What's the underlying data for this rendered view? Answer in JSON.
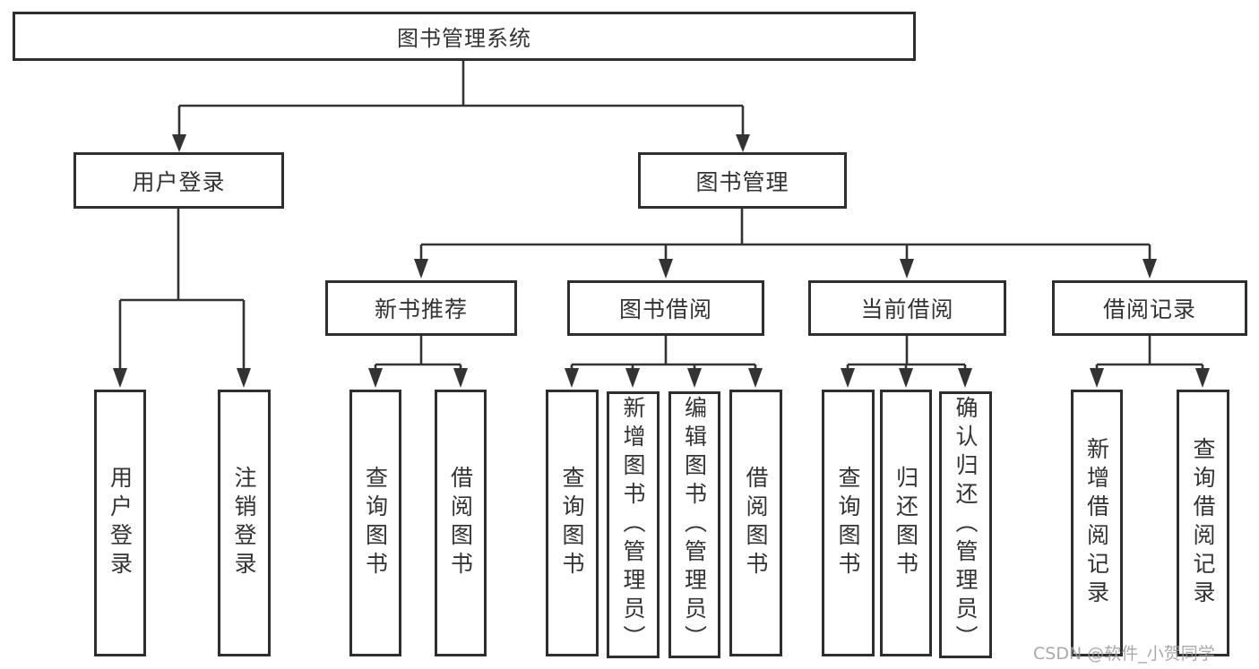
{
  "diagram": {
    "title": "图书管理系统",
    "type": "hierarchy-tree",
    "colors": {
      "background": "#ffffff",
      "line": "#333333",
      "box_border": "#2e2e2e",
      "text": "#333333",
      "watermark": "#9b9b9b"
    },
    "structure": {
      "root": "图书管理系统",
      "children": [
        {
          "label": "用户登录",
          "children": [
            "用户登录",
            "注销登录"
          ]
        },
        {
          "label": "图书管理",
          "children": [
            {
              "label": "新书推荐",
              "children": [
                "查询图书",
                "借阅图书"
              ]
            },
            {
              "label": "图书借阅",
              "children": [
                "查询图书",
                "新增图书（管理员）",
                "编辑图书（管理员）",
                "借阅图书"
              ]
            },
            {
              "label": "当前借阅",
              "children": [
                "查询图书",
                "归还图书",
                "确认归还（管理员）"
              ]
            },
            {
              "label": "借阅记录",
              "children": [
                "新增借阅记录",
                "查询借阅记录"
              ]
            }
          ]
        }
      ]
    }
  },
  "nodes": {
    "root": {
      "label": "图书管理系统"
    },
    "user_login": {
      "label": "用户登录"
    },
    "book_mgmt": {
      "label": "图书管理"
    },
    "new_book_rec": {
      "label": "新书推荐"
    },
    "book_borrow": {
      "label": "图书借阅"
    },
    "current_borrow": {
      "label": "当前借阅"
    },
    "borrow_record": {
      "label": "借阅记录"
    },
    "leaf_user_login": {
      "label": "用户登录"
    },
    "leaf_logout": {
      "label": "注销登录"
    },
    "leaf_nbr_query": {
      "label": "查询图书"
    },
    "leaf_nbr_borrow": {
      "label": "借阅图书"
    },
    "leaf_bb_query": {
      "label": "查询图书"
    },
    "leaf_bb_add": {
      "label": "新增图书（管理员）"
    },
    "leaf_bb_edit": {
      "label": "编辑图书（管理员）"
    },
    "leaf_bb_borrow": {
      "label": "借阅图书"
    },
    "leaf_cb_query": {
      "label": "查询图书"
    },
    "leaf_cb_return": {
      "label": "归还图书"
    },
    "leaf_cb_confirm": {
      "label": "确认归还（管理员）"
    },
    "leaf_br_add": {
      "label": "新增借阅记录"
    },
    "leaf_br_query": {
      "label": "查询借阅记录"
    }
  },
  "watermark": {
    "text": "CSDN @软件_小贺同学"
  }
}
